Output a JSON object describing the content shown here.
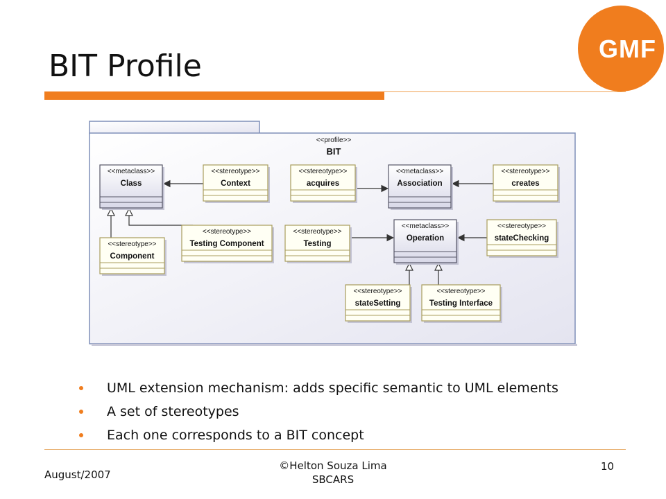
{
  "slide": {
    "title": "BIT Profile",
    "logo_text": "GMF",
    "accent_color": "#f07d1e"
  },
  "diagram": {
    "package_stereotype": "<<profile>>",
    "package_name": "BIT",
    "classes": [
      {
        "id": "class",
        "stereotype": "<<metaclass>>",
        "name": "Class",
        "kind": "metaclass"
      },
      {
        "id": "context",
        "stereotype": "<<stereotype>>",
        "name": "Context",
        "kind": "stereotype"
      },
      {
        "id": "acquires",
        "stereotype": "<<stereotype>>",
        "name": "acquires",
        "kind": "stereotype"
      },
      {
        "id": "association",
        "stereotype": "<<metaclass>>",
        "name": "Association",
        "kind": "metaclass"
      },
      {
        "id": "creates",
        "stereotype": "<<stereotype>>",
        "name": "creates",
        "kind": "stereotype"
      },
      {
        "id": "component",
        "stereotype": "<<stereotype>>",
        "name": "Component",
        "kind": "stereotype"
      },
      {
        "id": "testing-component",
        "stereotype": "<<stereotype>>",
        "name": "Testing Component",
        "kind": "stereotype"
      },
      {
        "id": "testing",
        "stereotype": "<<stereotype>>",
        "name": "Testing",
        "kind": "stereotype"
      },
      {
        "id": "operation",
        "stereotype": "<<metaclass>>",
        "name": "Operation",
        "kind": "metaclass"
      },
      {
        "id": "state-checking",
        "stereotype": "<<stereotype>>",
        "name": "stateChecking",
        "kind": "stereotype"
      },
      {
        "id": "state-setting",
        "stereotype": "<<stereotype>>",
        "name": "stateSetting",
        "kind": "stereotype"
      },
      {
        "id": "testing-interface",
        "stereotype": "<<stereotype>>",
        "name": "Testing Interface",
        "kind": "stereotype"
      }
    ],
    "relations": [
      {
        "from": "context",
        "to": "class",
        "type": "extension"
      },
      {
        "from": "acquires",
        "to": "association",
        "type": "extension"
      },
      {
        "from": "creates",
        "to": "association",
        "type": "extension"
      },
      {
        "from": "component",
        "to": "class",
        "type": "generalization"
      },
      {
        "from": "testing-component",
        "to": "class",
        "type": "generalization"
      },
      {
        "from": "testing",
        "to": "operation",
        "type": "extension"
      },
      {
        "from": "state-checking",
        "to": "operation",
        "type": "extension"
      },
      {
        "from": "state-setting",
        "to": "operation",
        "type": "generalization"
      },
      {
        "from": "testing-interface",
        "to": "operation",
        "type": "generalization"
      }
    ]
  },
  "bullets": [
    "UML extension mechanism: adds specific semantic to UML elements",
    "A set of stereotypes",
    "Each one corresponds to a BIT concept"
  ],
  "footer": {
    "date": "August/2007",
    "author_line1": "©Helton Souza Lima",
    "author_line2": "SBCARS",
    "page_number": "10"
  }
}
